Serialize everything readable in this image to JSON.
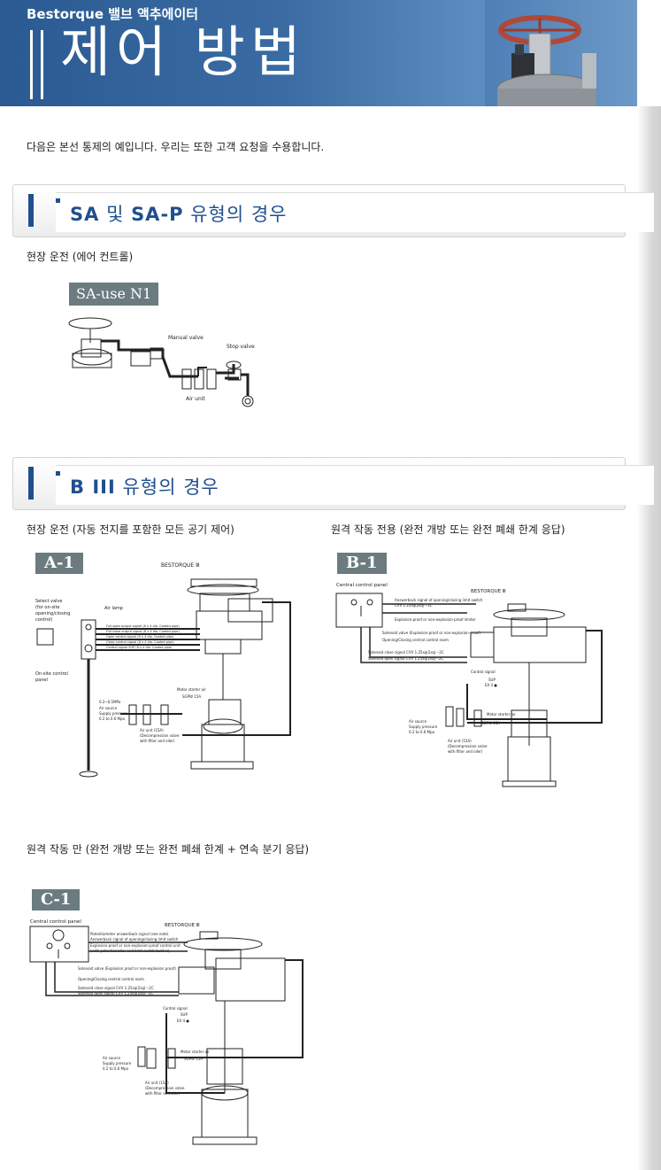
{
  "banner": {
    "brand": "Bestorque 밸브 액추에이터",
    "title": "제어 방법"
  },
  "intro": "다음은 본선 통제의 예입니다. 우리는 또한 고객 요청을 수용합니다.",
  "section_sa": {
    "title_bold_1": "SA",
    "title_mid": " 및 ",
    "title_bold_2": "SA-P",
    "title_rest": " 유형의 경우",
    "caption": "현장 운전 (에어 컨트롤)",
    "diagram": {
      "tag": "SA-use N1",
      "labels": [
        "Manual valve",
        "Stop valve",
        "Air unit"
      ]
    }
  },
  "section_b3": {
    "title_bold": "B III",
    "title_rest": " 유형의 경우",
    "caption_left": "현장 운전 (자동 전지를 포함한 모든 공기 제어)",
    "caption_right": "원격 작동 전용 (완전 개방 또는 완전 폐쇄 한계 응답)",
    "caption_bottom": "원격 작동 만 (완전 개방 또는 완전 폐쇄 한계 + 연속 분기 응답)",
    "a1": {
      "tag": "A-1",
      "labels": [
        "BESTORQUE Ⅲ",
        "Select valve",
        "(for on-site",
        "opening/closing",
        "control)",
        "Air lamp",
        "Full-open output signal (6 x 4 dia. Coated pipe)",
        "Full-close output signal (6 x 4 dia. Coated pipe)",
        "Open control signal (6 x 4 dia. Coated pipe)",
        "Close control signal (6 x 4 dia. Coated pipe)",
        "Control signal SUP (6 x 4 dia. Coated pipe)",
        "On-site control",
        "panel",
        "0.2~0.5MPa",
        "Air source",
        "Supply pressure",
        "0.2 to 0.6 Mpa",
        "Motor starter air",
        "SGPW 15A",
        "Air unit (15A)",
        "(Decompression valve",
        "with filter and oiler)"
      ]
    },
    "b1": {
      "tag": "B-1",
      "labels": [
        "Central control panel",
        "BESTORQUE Ⅲ",
        "Answerback signal of opening/closing limit switch",
        "CVV 1.25sq(2sq)···3C",
        "Explosion-proof or non-explosion-proof limiter",
        "Solenoid valve (Explosion-proof or non-explosion-proof)",
        "Opening/Closing central control room",
        "Solenoid close signal CVV 1.25sq(2sq)···2C",
        "Solenoid open signal CVV 1.25sq(2sq)···2C",
        "Control signal",
        "SUP",
        "EX 4 ●",
        "Motor starter air",
        "SGPW 15A",
        "Air source",
        "Supply pressure",
        "0.2 to 0.6 Mpa",
        "Air unit (15A)",
        "(Decompression valve",
        "with filter and oiler)"
      ]
    },
    "c1": {
      "tag": "C-1",
      "labels": [
        "Central control panel",
        "BESTORQUE Ⅲ",
        "Potentiometer answerback signal (see note)",
        "Answerback signal of opening/closing limit switch",
        "Explosion-proof or non-explosion-proof control unit",
        "(with potentiometer and limit switch built in)",
        "Solenoid valve (Explosion proof or non-explosion proof)",
        "Opening/Closing central control room",
        "Solenoid close signal CVV 1.25sq(2sq)···2C",
        "Solenoid open signal CVV 1.25sq(2sq)···2C",
        "Control signal",
        "SUP",
        "EX 4 ●",
        "Motor starter air",
        "SGPW 15A",
        "Air source",
        "Supply pressure",
        "0.2 to 0.6 Mpa",
        "Air unit (15A)",
        "(Decompression valve",
        "with filter and oiler)"
      ]
    }
  },
  "colors": {
    "banner": "#2b5a92",
    "accent": "#1f4f8e",
    "tag": "#6b7b80"
  }
}
